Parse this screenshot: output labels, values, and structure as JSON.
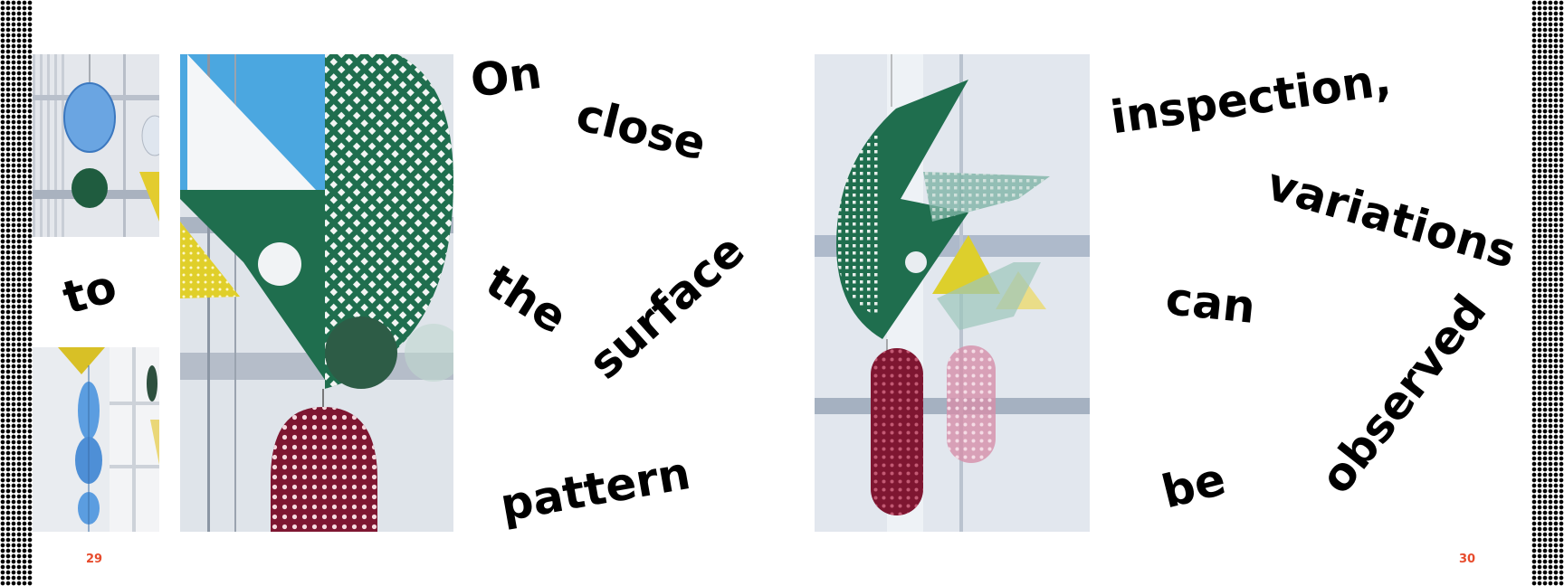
{
  "spread": {
    "left_page_number": "29",
    "right_page_number": "30"
  },
  "words": {
    "to": "to",
    "on": "On",
    "close": "close",
    "the": "the",
    "surface": "surface",
    "pattern": "pattern",
    "inspection": "inspection,",
    "variations": "variations",
    "can": "can",
    "be": "be",
    "observed": "observed"
  },
  "colors": {
    "page_number": "#e74b2c",
    "text": "#000000",
    "mobile_green": "#1f6e4e",
    "mobile_red": "#7e1631",
    "mobile_yellow": "#e3d23a",
    "mobile_blue": "#5c9fdb"
  }
}
